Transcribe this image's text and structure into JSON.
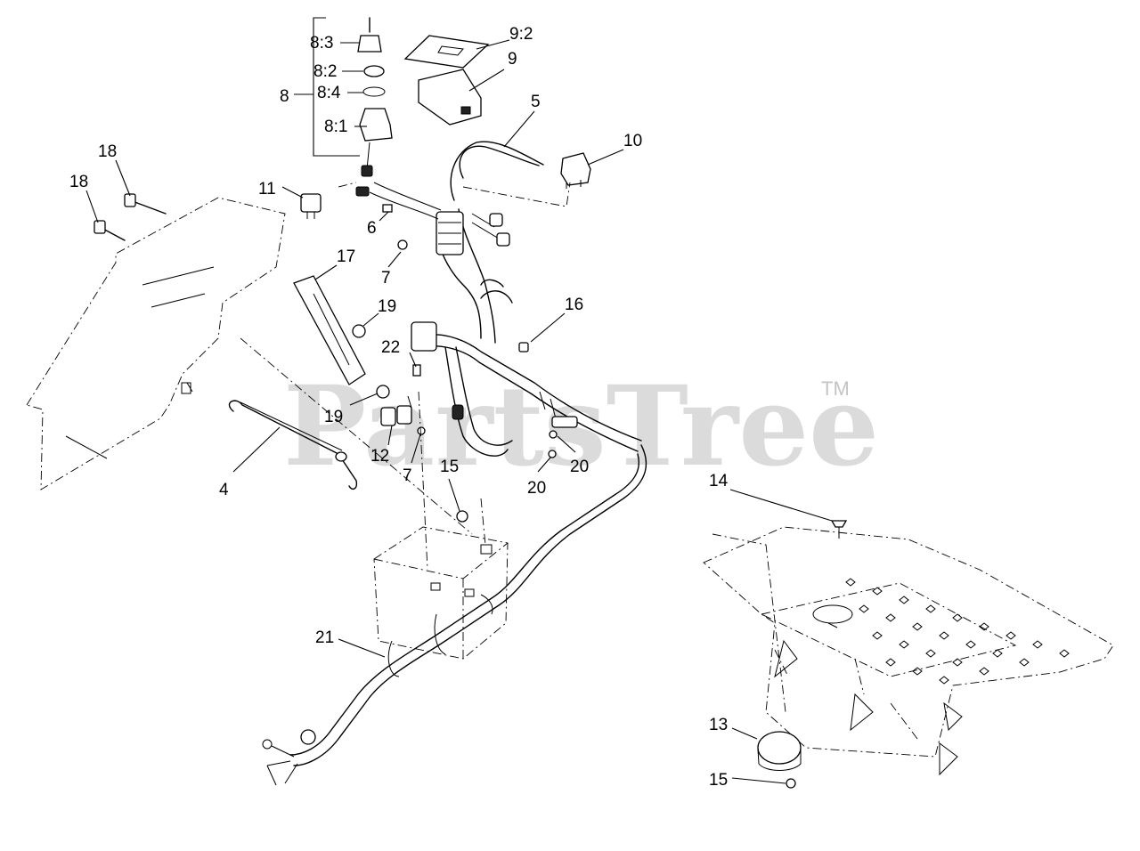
{
  "watermark": {
    "brand": "PartsTree",
    "trademark": "TM"
  },
  "callouts": [
    {
      "label": "8:3"
    },
    {
      "label": "8:2"
    },
    {
      "label": "8:4"
    },
    {
      "label": "8"
    },
    {
      "label": "8:1"
    },
    {
      "label": "9:2"
    },
    {
      "label": "9"
    },
    {
      "label": "5"
    },
    {
      "label": "10"
    },
    {
      "label": "11"
    },
    {
      "label": "18"
    },
    {
      "label": "18"
    },
    {
      "label": "6"
    },
    {
      "label": "7"
    },
    {
      "label": "17"
    },
    {
      "label": "19"
    },
    {
      "label": "16"
    },
    {
      "label": "22"
    },
    {
      "label": "19"
    },
    {
      "label": "12"
    },
    {
      "label": "7"
    },
    {
      "label": "20"
    },
    {
      "label": "20"
    },
    {
      "label": "4"
    },
    {
      "label": "15"
    },
    {
      "label": "14"
    },
    {
      "label": "21"
    },
    {
      "label": "13"
    },
    {
      "label": "15"
    }
  ]
}
